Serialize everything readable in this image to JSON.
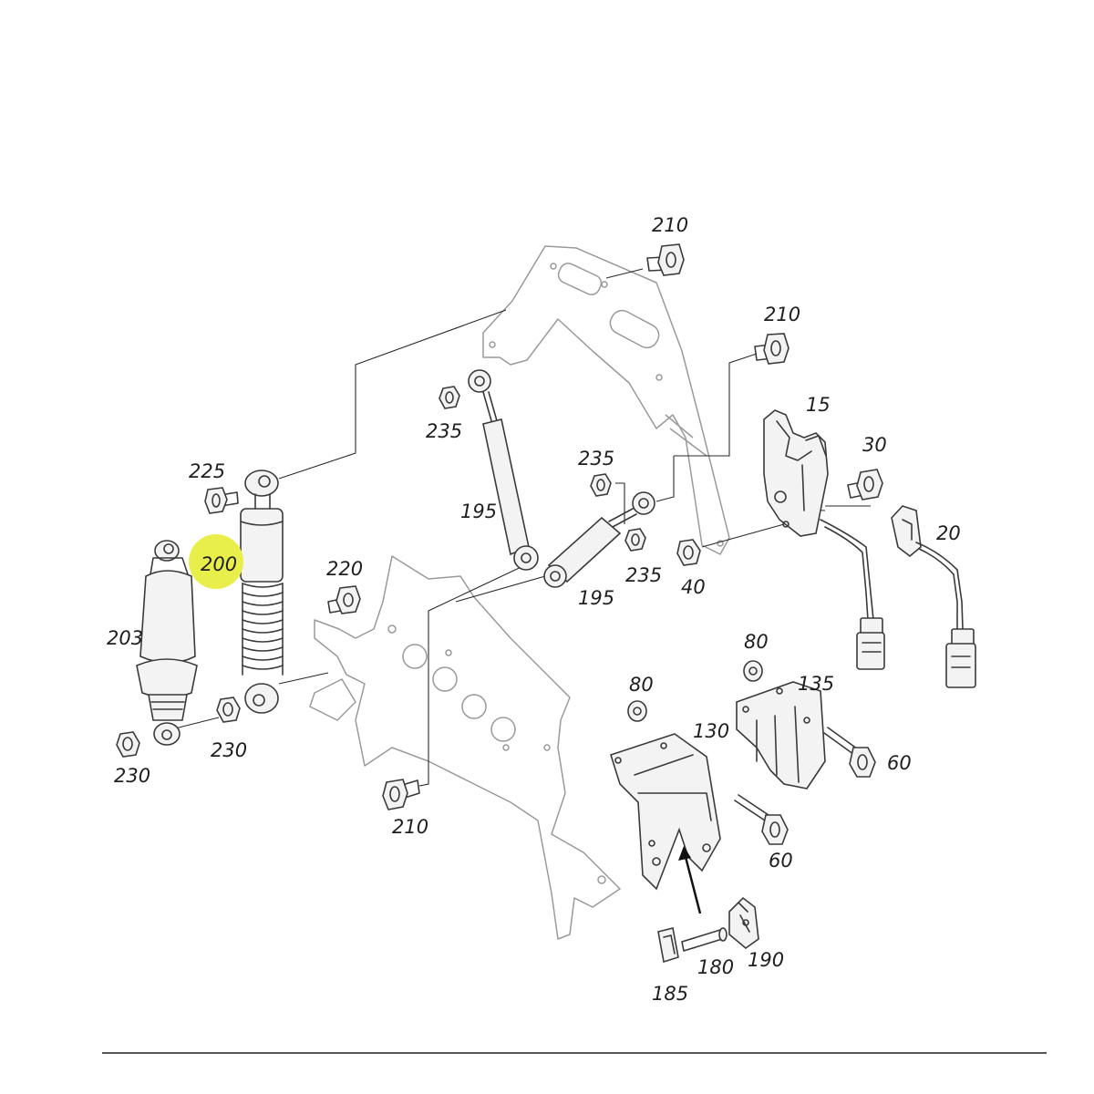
{
  "colors": {
    "highlight": "#e9ef4a",
    "line": "#3a3a3a",
    "frame": "#9a9a9a",
    "footer_rule": "#555555"
  },
  "callouts": {
    "c210_top": "210",
    "c210_right": "210",
    "c15": "15",
    "c30": "30",
    "c20": "20",
    "c235_left": "235",
    "c235_mid": "235",
    "c235_low": "235",
    "c195_left": "195",
    "c195_right": "195",
    "c40": "40",
    "c225": "225",
    "c200": "200",
    "c220": "220",
    "c203": "203",
    "c230_left": "230",
    "c230_right": "230",
    "c210_bottom": "210",
    "c80_left": "80",
    "c80_right": "80",
    "c135": "135",
    "c130": "130",
    "c60_right": "60",
    "c60_bottom": "60",
    "c185": "185",
    "c180": "180",
    "c190": "190"
  }
}
